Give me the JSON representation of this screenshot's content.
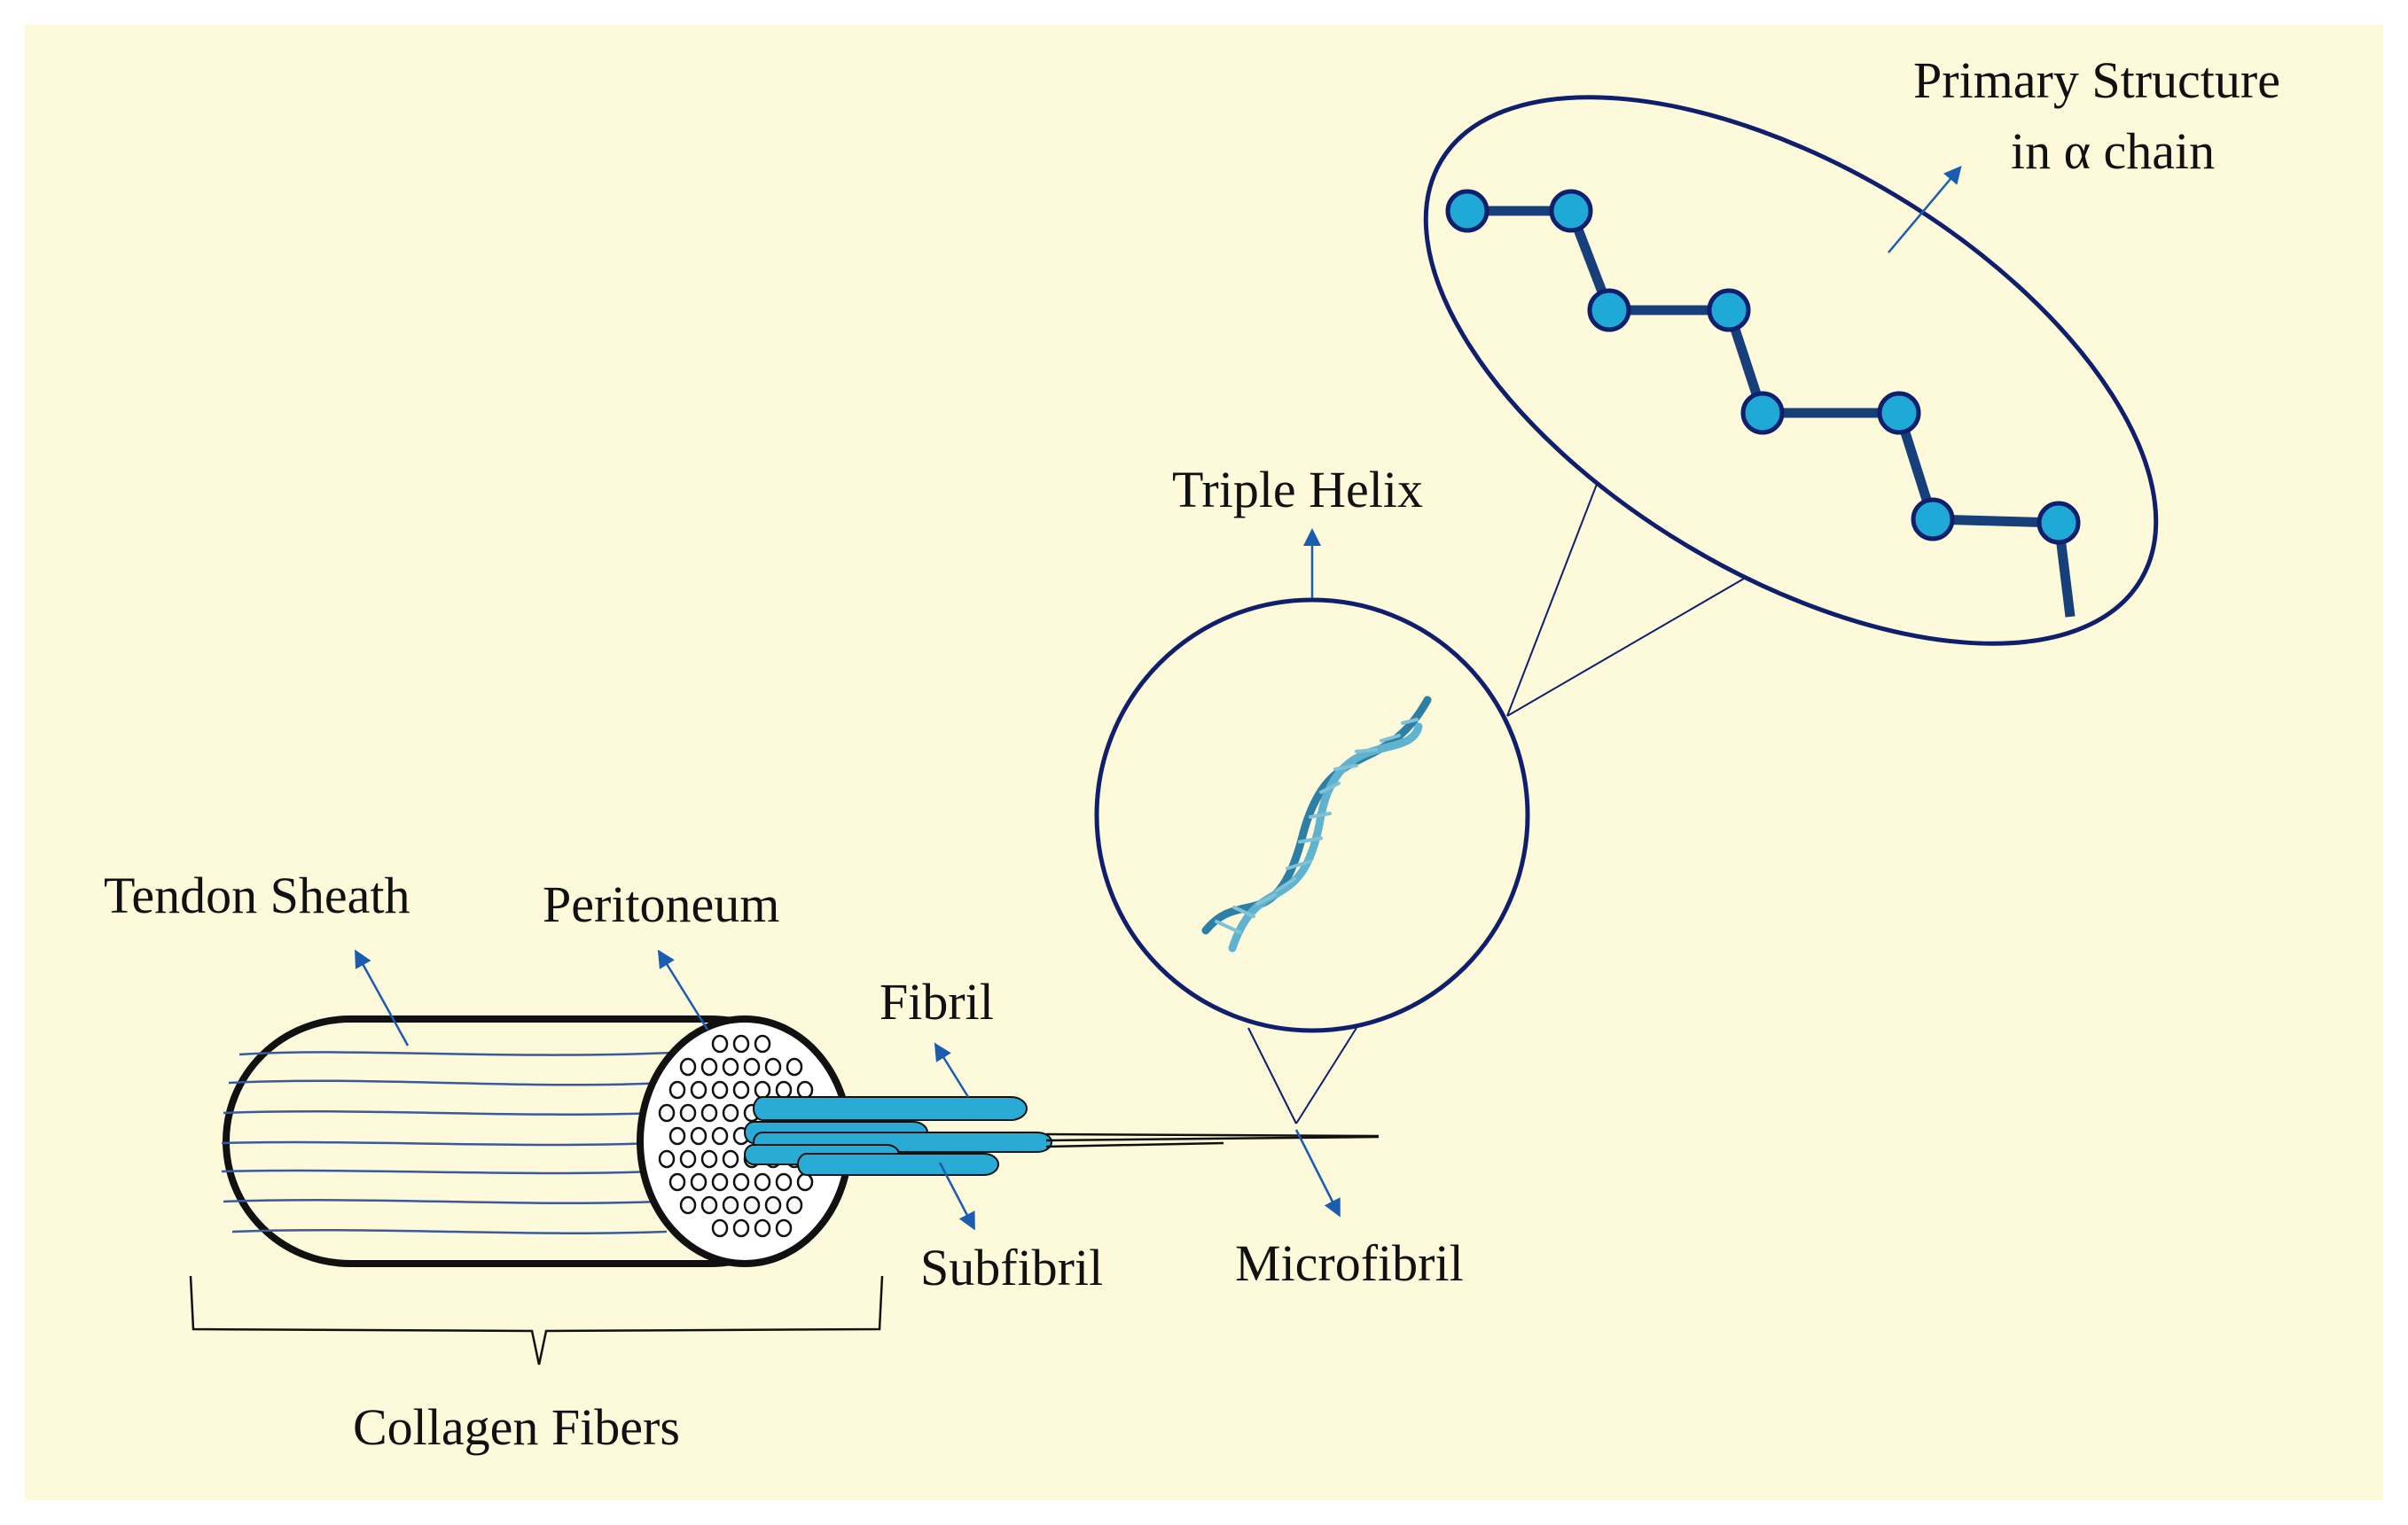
{
  "labels": {
    "tendon_sheath": "Tendon Sheath",
    "peritoneum": "Peritoneum",
    "fibril": "Fibril",
    "subfibril": "Subfibril",
    "microfibril": "Microfibril",
    "collagen_fibers": "Collagen Fibers",
    "triple_helix": "Triple Helix",
    "primary_structure_line1": "Primary Structure",
    "primary_structure_line2": "in α chain"
  },
  "colors": {
    "background": "#fdfadc",
    "outline": "#0f1f6b",
    "arrow": "#1a5cb0",
    "fibril_fill": "#29abd6",
    "bead_fill": "#1fa9d6",
    "chain_stroke": "#173f7a",
    "text": "#111111",
    "fiber_line": "#3a5a9a"
  }
}
